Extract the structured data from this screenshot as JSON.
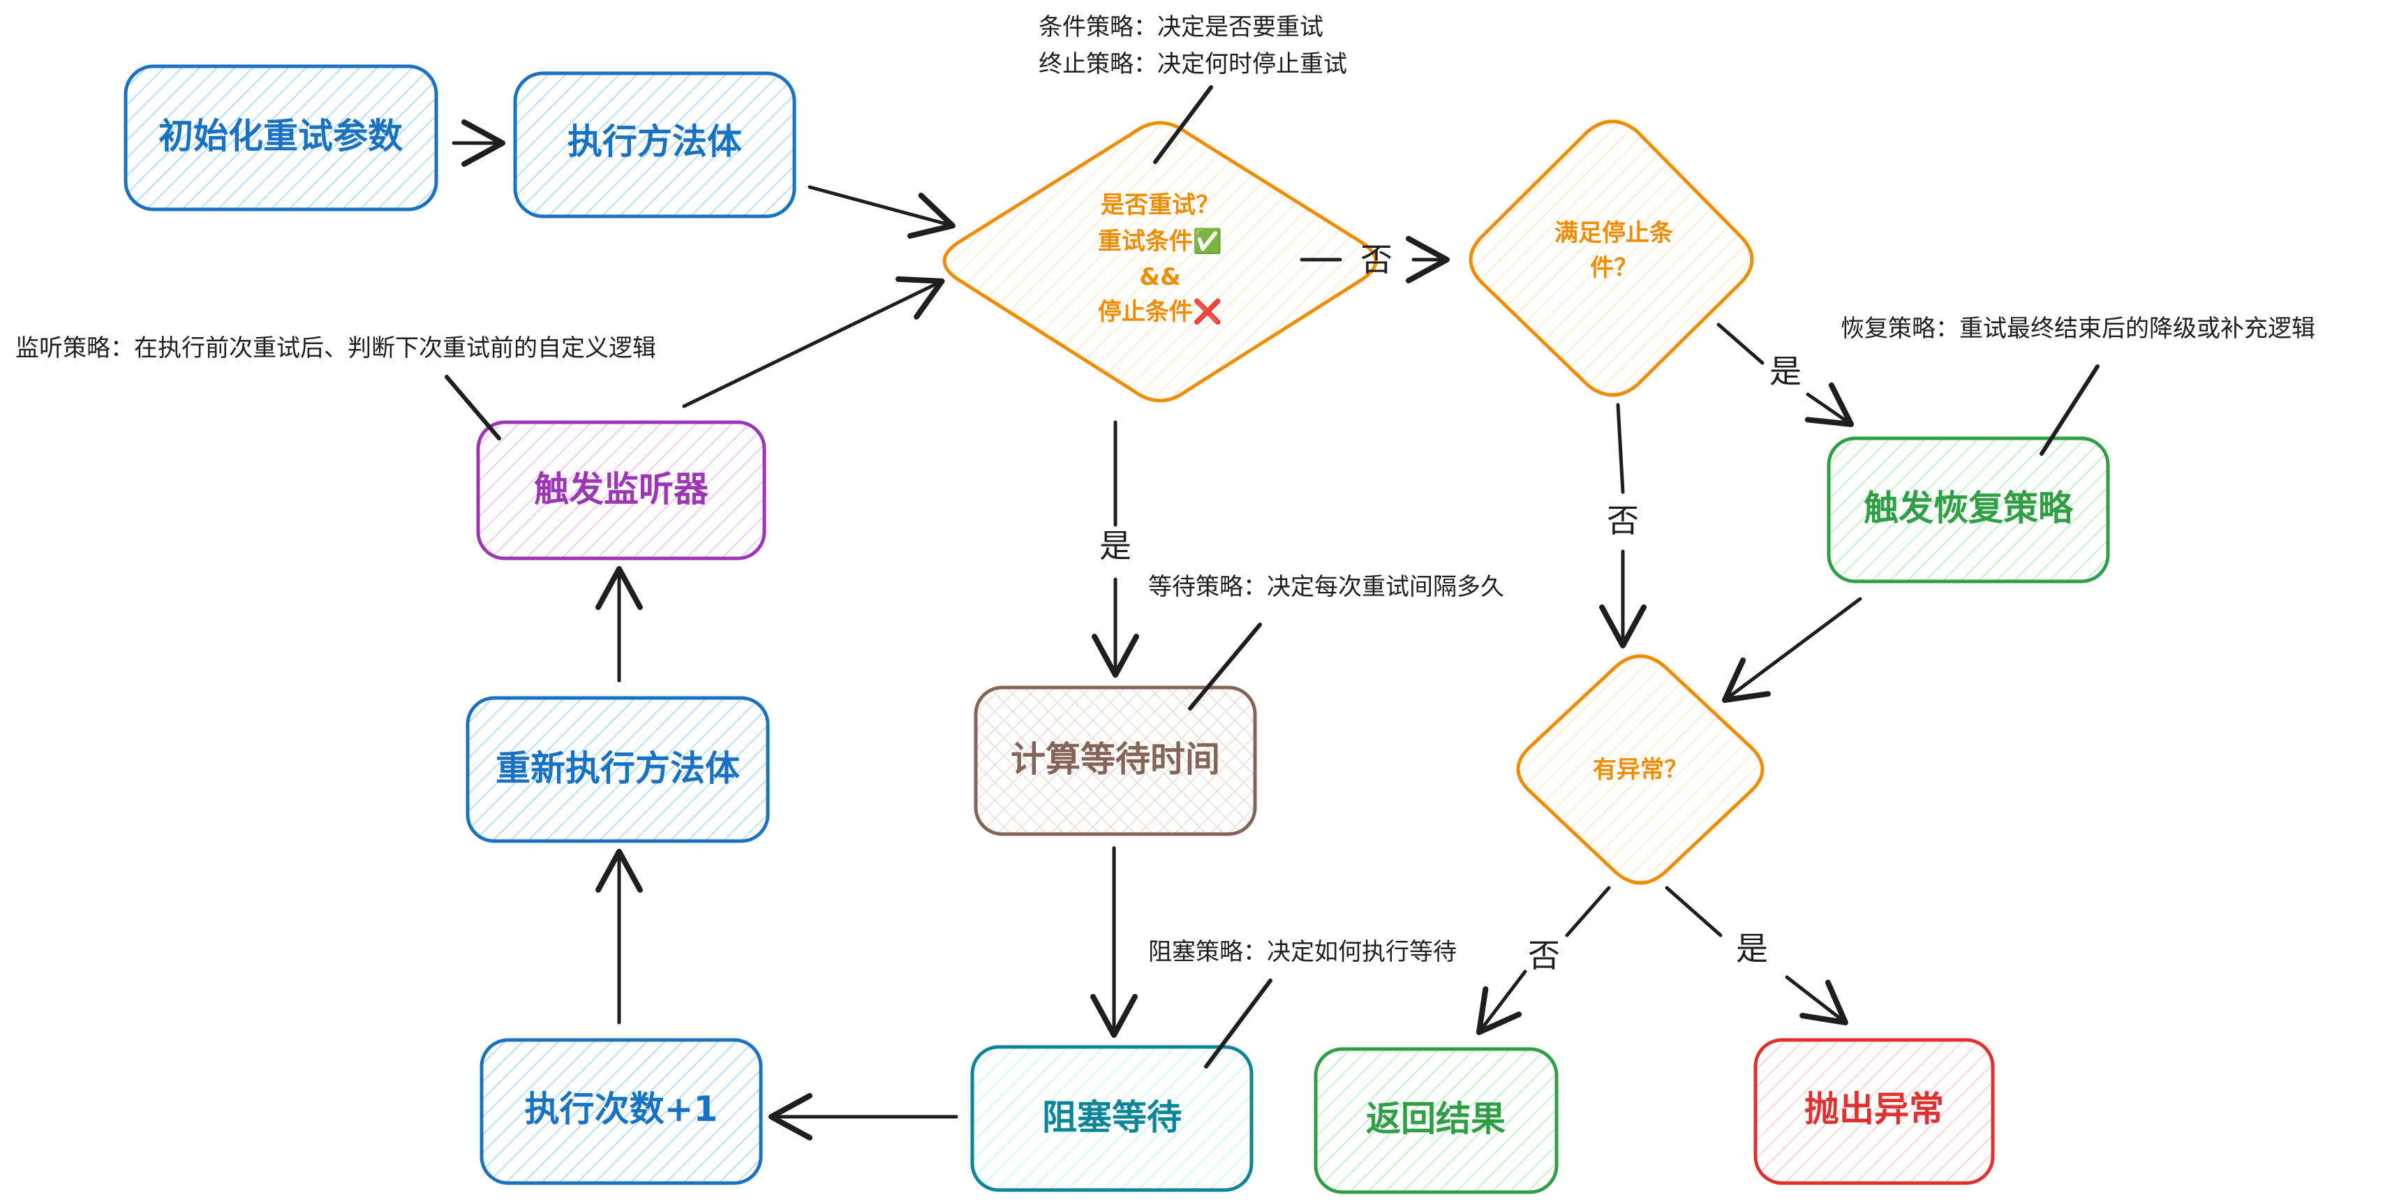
{
  "nodes": {
    "init": "初始化重试参数",
    "exec": "执行方法体",
    "decision_retry": [
      "是否重试？",
      "重试条件✅",
      "&&",
      "停止条件❌"
    ],
    "decision_stop": [
      "满足停止条",
      "件？"
    ],
    "listener": "触发监听器",
    "recovery": "触发恢复策略",
    "reexec": "重新执行方法体",
    "calc_wait": "计算等待时间",
    "decision_exception": "有异常？",
    "count": "执行次数+1",
    "block_wait": "阻塞等待",
    "return_result": "返回结果",
    "throw": "抛出异常"
  },
  "notes": {
    "condition": "条件策略：决定是否要重试",
    "termination": "终止策略：决定何时停止重试",
    "listen": "监听策略：在执行前次重试后、判断下次重试前的自定义逻辑",
    "recover": "恢复策略：重试最终结束后的降级或补充逻辑",
    "wait": "等待策略：决定每次重试间隔多久",
    "block": "阻塞策略：决定如何执行等待"
  },
  "edge_labels": {
    "retry_no": "否",
    "retry_yes": "是",
    "stop_yes": "是",
    "stop_no": "否",
    "exc_no": "否",
    "exc_yes": "是"
  },
  "colors": {
    "blue": "#1971c2",
    "orange": "#f08c00",
    "purple": "#9c36b5",
    "green": "#2f9e44",
    "brown": "#846358",
    "teal": "#0c8599",
    "red": "#e03131",
    "ink": "#1e1e1e"
  }
}
